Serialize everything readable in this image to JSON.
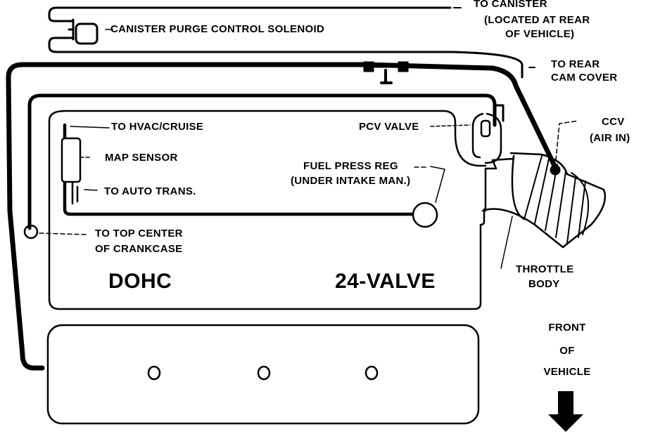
{
  "colors": {
    "ink": "#000000",
    "paper": "#ffffff"
  },
  "labels": {
    "to_canister_1": "TO CANISTER",
    "to_canister_2": "(LOCATED AT REAR",
    "to_canister_3": "OF VEHICLE)",
    "canister_solenoid": "CANISTER PURGE CONTROL SOLENOID",
    "to_rear_cam_1": "TO REAR",
    "to_rear_cam_2": "CAM COVER",
    "ccv_1": "CCV",
    "ccv_2": "(AIR IN)",
    "to_hvac": "TO HVAC/CRUISE",
    "pcv_valve": "PCV VALVE",
    "map_sensor": "MAP SENSOR",
    "fuel_press_1": "FUEL PRESS REG",
    "fuel_press_2": "(UNDER INTAKE MAN.)",
    "to_auto_trans": "TO AUTO TRANS.",
    "top_center_1": "TO TOP CENTER",
    "top_center_2": "OF CRANKCASE",
    "throttle_1": "THROTTLE",
    "throttle_2": "BODY",
    "engine_type": "DOHC",
    "valve_count": "24-VALVE",
    "front_1": "FRONT",
    "front_2": "OF",
    "front_3": "VEHICLE"
  },
  "icons": {
    "front_arrow": "down-arrow-icon",
    "solenoid": "solenoid-icon",
    "map_sensor": "map-sensor-icon",
    "fuel_regulator": "fuel-regulator-icon",
    "crankcase_port": "crankcase-port-icon",
    "throttle_body": "throttle-body-icon",
    "pcv": "pcv-valve-icon",
    "tee_fitting": "tee-fitting-icon",
    "plug": "spark-plug-hole-icon"
  }
}
